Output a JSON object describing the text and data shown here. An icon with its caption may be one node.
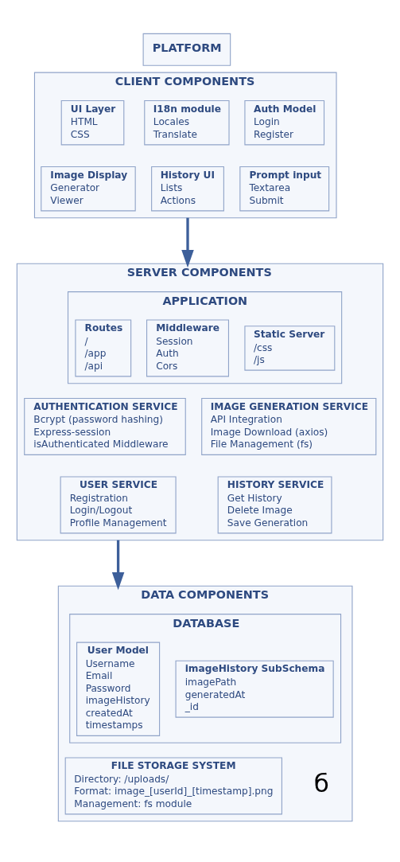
{
  "diagram": {
    "nodes": [
      {
        "text": [
          "PLATFORM"
        ]
      },
      {
        "text": [
          "CLIENT COMPONENTS"
        ]
      },
      {
        "text": [
          "UI Layer",
          "HTML",
          "CSS"
        ],
        "in": 1
      },
      {
        "text": [
          "I18n module",
          "Locales",
          "Translate"
        ],
        "in": 1
      },
      {
        "text": [
          "Auth Model",
          "Login",
          "Register"
        ],
        "in": 1
      },
      {
        "text": [
          "Image Display",
          "Generator",
          "Viewer"
        ],
        "in": 1
      },
      {
        "text": [
          "History UI",
          "Lists",
          "Actions"
        ],
        "in": 1
      },
      {
        "text": [
          "Prompt input",
          "Textarea",
          "Submit"
        ],
        "in": 1
      },
      {
        "text": [
          "SERVER COMPONENTS"
        ]
      },
      {
        "text": [
          "APPLICATION"
        ],
        "in": 8
      },
      {
        "text": [
          "Routes",
          "/",
          "/app",
          "/api"
        ],
        "in": 9
      },
      {
        "text": [
          "Middleware",
          "Session",
          "Auth",
          "Cors"
        ],
        "in": 9
      },
      {
        "text": [
          "Static Server",
          "/css",
          "/js"
        ],
        "in": 9
      },
      {
        "text": [
          "AUTHENTICATION SERVICE",
          "Bcrypt (password hashing)",
          "Express-session",
          "isAuthenticated Middleware"
        ],
        "in": 8
      },
      {
        "text": [
          "IMAGE GENERATION SERVICE",
          "API Integration",
          "Image Download (axios)",
          "File Management (fs)"
        ],
        "in": 8
      },
      {
        "text": [
          "USER SERVICE",
          "Registration",
          "Login/Logout",
          "Profile Management"
        ],
        "in": 8
      },
      {
        "text": [
          "HISTORY SERVICE",
          "Get History",
          "Delete Image",
          "Save Generation"
        ],
        "in": 8
      },
      {
        "text": [
          "DATA COMPONENTS"
        ]
      },
      {
        "text": [
          "DATABASE"
        ],
        "in": 17
      },
      {
        "text": [
          "User Model",
          "Username",
          "Email",
          "Password",
          "imageHistory",
          "createdAt",
          "timestamps"
        ],
        "in": 18
      },
      {
        "text": [
          "imageHistory SubSchema",
          "imagePath",
          "generatedAt",
          "_id"
        ],
        "in": 18
      },
      {
        "text": [
          "FILE STORAGE SYSTEM",
          "Directory: /uploads/",
          "Format: image_[userId]_[timestamp].png",
          "Management: fs module"
        ],
        "in": 17
      }
    ],
    "edges": [
      {
        "from": 1,
        "to": 8,
        "arrow": "to"
      },
      {
        "from": 8,
        "to": 17,
        "arrow": "to"
      }
    ],
    "labels": [
      "б"
    ]
  }
}
